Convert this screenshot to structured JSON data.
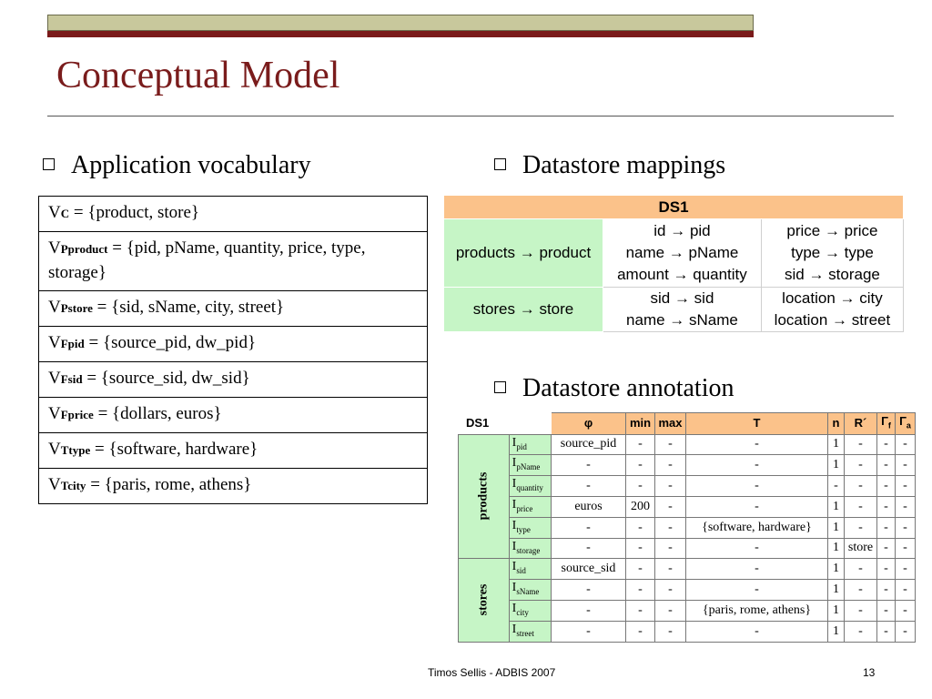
{
  "slide": {
    "title": "Conceptual Model",
    "footer_text": "Timos Sellis - ADBIS 2007",
    "page_number": "13"
  },
  "colors": {
    "title": "#7a1c1c",
    "header_orange": "#fbc28a",
    "entity_green": "#c6f5c6",
    "bar_olive": "#c8c89c",
    "bar_maroon": "#7a1a1a"
  },
  "left": {
    "heading": "Application vocabulary",
    "rows": [
      {
        "v": "V",
        "sub": "C",
        "rest": " = {product, store}"
      },
      {
        "v": "V",
        "sub": "Pproduct",
        "rest": " = {pid, pName, quantity, price, type, storage}"
      },
      {
        "v": "V",
        "sub": "Pstore",
        "rest": " = {sid, sName, city, street}"
      },
      {
        "v": "V",
        "sub": "Fpid",
        "rest": " = {source_pid, dw_pid}"
      },
      {
        "v": "V",
        "sub": "Fsid",
        "rest": " = {source_sid, dw_sid}"
      },
      {
        "v": "V",
        "sub": "Fprice",
        "rest": " = {dollars, euros}"
      },
      {
        "v": "V",
        "sub": "Ttype",
        "rest": " = {software, hardware}"
      },
      {
        "v": "V",
        "sub": "Tcity",
        "rest": " = {paris, rome, athens}"
      }
    ]
  },
  "mappings": {
    "heading": "Datastore mappings",
    "table_title": "DS1",
    "rows": [
      {
        "entity": "products → product",
        "col1": [
          "id → pid",
          "name → pName",
          "amount → quantity"
        ],
        "col2": [
          "price → price",
          "type → type",
          "sid → storage"
        ]
      },
      {
        "entity": "stores → store",
        "col1": [
          "sid → sid",
          "name → sName"
        ],
        "col2": [
          "location → city",
          "location → street"
        ]
      }
    ]
  },
  "annotation": {
    "heading": "Datastore annotation",
    "corner": "DS1",
    "headers": [
      "φ",
      "min",
      "max",
      "T",
      "n",
      "R´",
      "Γ",
      "f",
      "Γ",
      "a"
    ],
    "groups": [
      {
        "name": "products",
        "rows": [
          {
            "i": "I",
            "sub": "pid",
            "cells": [
              "source_pid",
              "-",
              "-",
              "-",
              "1",
              "-",
              "-",
              "-"
            ]
          },
          {
            "i": "I",
            "sub": "pName",
            "cells": [
              "-",
              "-",
              "-",
              "-",
              "1",
              "-",
              "-",
              "-"
            ]
          },
          {
            "i": "I",
            "sub": "quantity",
            "cells": [
              "-",
              "-",
              "-",
              "-",
              "-",
              "-",
              "-",
              "-"
            ]
          },
          {
            "i": "I",
            "sub": "price",
            "cells": [
              "euros",
              "200",
              "-",
              "-",
              "1",
              "-",
              "-",
              "-"
            ]
          },
          {
            "i": "I",
            "sub": "type",
            "cells": [
              "-",
              "-",
              "-",
              "{software, hardware}",
              "1",
              "-",
              "-",
              "-"
            ]
          },
          {
            "i": "I",
            "sub": "storage",
            "cells": [
              "-",
              "-",
              "-",
              "-",
              "1",
              "store",
              "-",
              "-"
            ]
          }
        ]
      },
      {
        "name": "stores",
        "rows": [
          {
            "i": "I",
            "sub": "sid",
            "cells": [
              "source_sid",
              "-",
              "-",
              "-",
              "1",
              "-",
              "-",
              "-"
            ]
          },
          {
            "i": "I",
            "sub": "sName",
            "cells": [
              "-",
              "-",
              "-",
              "-",
              "1",
              "-",
              "-",
              "-"
            ]
          },
          {
            "i": "I",
            "sub": "city",
            "cells": [
              "-",
              "-",
              "-",
              "{paris, rome, athens}",
              "1",
              "-",
              "-",
              "-"
            ]
          },
          {
            "i": "I",
            "sub": "street",
            "cells": [
              "-",
              "-",
              "-",
              "-",
              "1",
              "-",
              "-",
              "-"
            ]
          }
        ]
      }
    ]
  }
}
